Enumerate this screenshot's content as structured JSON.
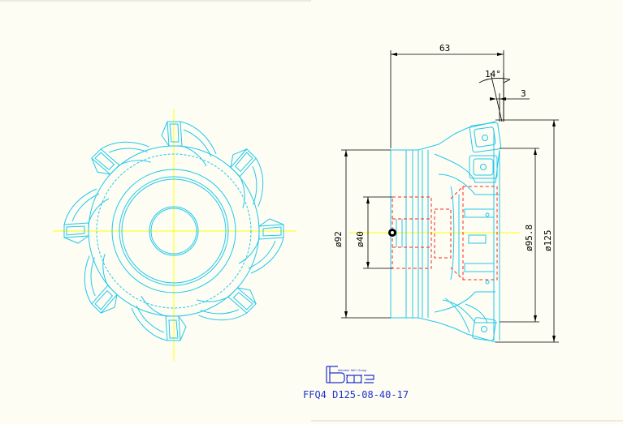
{
  "drawing": {
    "part_number": "FFQ4 D125-08-40-17",
    "logo": {
      "brand": "ISCAR",
      "tagline": "Member IMC Group"
    },
    "dimensions": {
      "length": "63",
      "angle": "14°",
      "offset": "3",
      "bore_diameter": "ø40",
      "body_diameter": "ø92",
      "cutting_diameter": "ø95.8",
      "outer_diameter": "ø125"
    },
    "colors": {
      "background": "#fdfdf3",
      "geometry": "#22c8ee",
      "centerline": "#ffff00",
      "hidden": "#ff2222",
      "dimension": "#000000",
      "title": "#2233cc"
    }
  }
}
